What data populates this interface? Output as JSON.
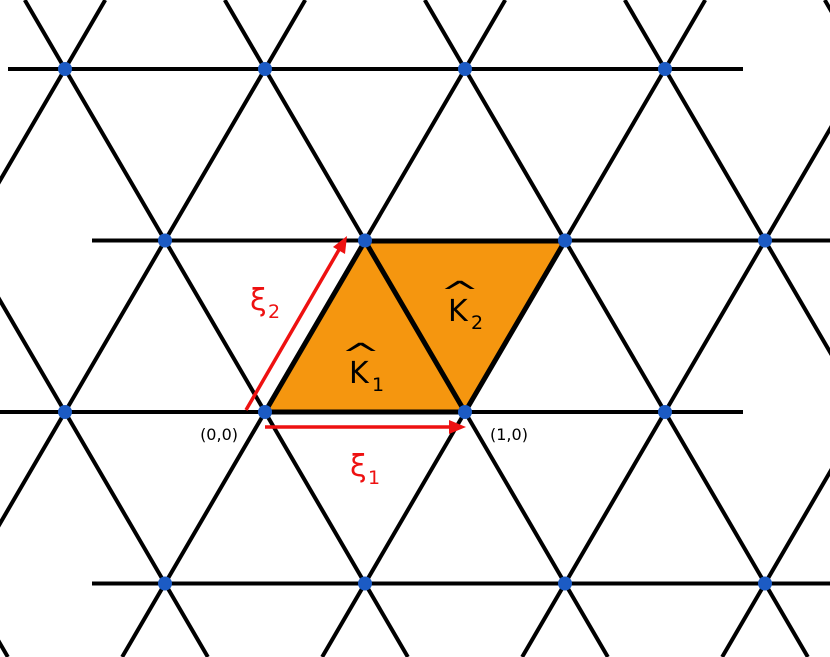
{
  "colors": {
    "background": "#ffffff",
    "edge": "#000000",
    "node": "#1c5bc4",
    "fill": "#f5960f",
    "vector": "#ee1111"
  },
  "labels": {
    "origin": "(0,0)",
    "unit_x": "(1,0)",
    "xi1_symbol": "ξ",
    "xi1_sub": "1",
    "xi2_symbol": "ξ",
    "xi2_sub": "2",
    "k1_symbol": "K",
    "k1_hat": "^",
    "k1_sub": "1",
    "k2_symbol": "K",
    "k2_hat": "^",
    "k2_sub": "2"
  }
}
